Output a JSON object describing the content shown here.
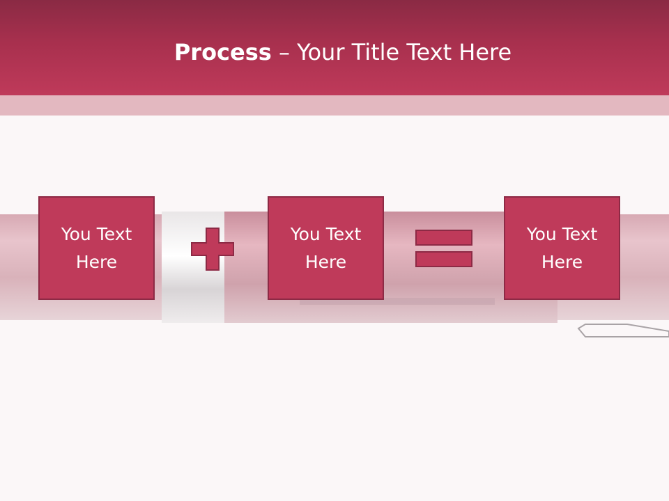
{
  "title": {
    "bold": "Process",
    "rest": " – Your Title Text Here"
  },
  "process": {
    "boxes": [
      {
        "label": "You Text Here"
      },
      {
        "label": "You Text Here"
      },
      {
        "label": "You Text Here"
      }
    ],
    "operators": [
      "plus-icon",
      "equals-icon"
    ]
  },
  "colors": {
    "header": "#a8304e",
    "header_strip": "#e3b8c0",
    "box_fill": "#bf3a5a",
    "box_border": "#8d2a45",
    "background": "#fbf7f8"
  }
}
